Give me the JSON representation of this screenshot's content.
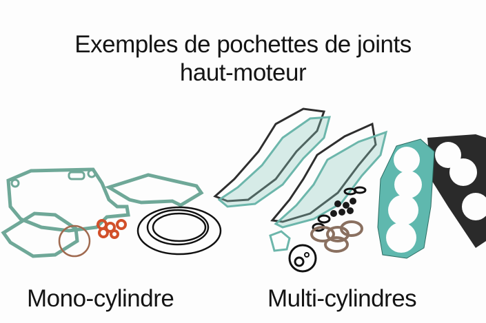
{
  "title": {
    "line1": "Exemples de pochettes de joints",
    "line2": "haut-moteur"
  },
  "captions": {
    "left": "Mono-cylindre",
    "right": "Multi-cylindres"
  },
  "colors": {
    "background": "#fdfdfd",
    "text": "#141414",
    "gasket_green": "#6fa898",
    "gasket_teal": "#5fb8ae",
    "gasket_dark": "#2a2a2a",
    "seal_copper": "#d2502a",
    "oring_black": "#111111",
    "seal_brown": "#8a7060"
  }
}
